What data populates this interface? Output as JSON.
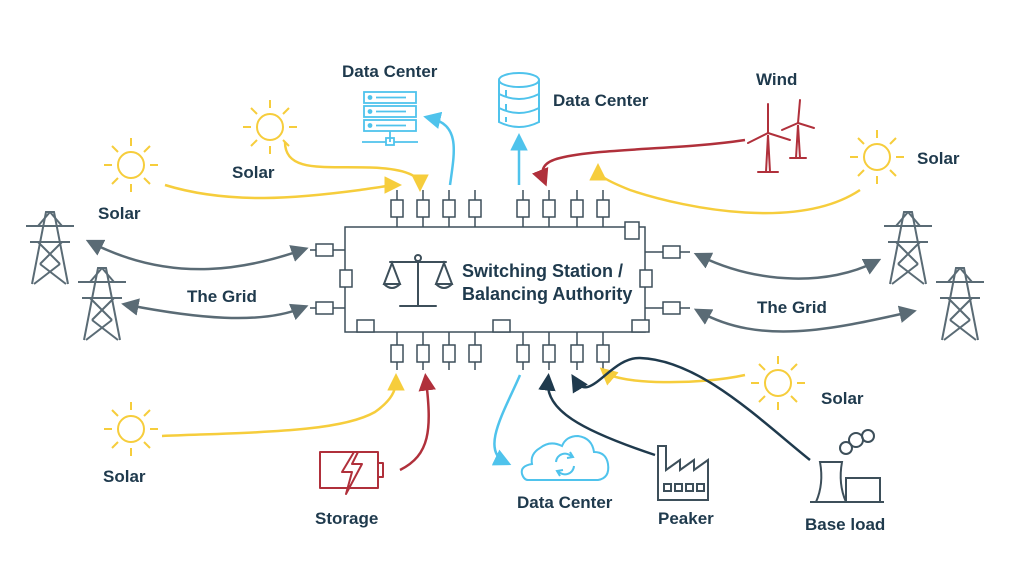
{
  "center": {
    "title_line1": "Switching Station /",
    "title_line2": "Balancing Authority",
    "icon": "balance-scale-icon"
  },
  "nodes": {
    "data_center_top_left": {
      "label": "Data Center",
      "icon": "server-rack-icon"
    },
    "data_center_top_mid": {
      "label": "Data Center",
      "icon": "database-icon"
    },
    "data_center_bottom": {
      "label": "Data Center",
      "icon": "cloud-sync-icon"
    },
    "wind": {
      "label": "Wind",
      "icon": "wind-turbine-icon"
    },
    "solar_top_right": {
      "label": "Solar",
      "icon": "sun-icon"
    },
    "solar_top_mid": {
      "label": "Solar",
      "icon": "sun-icon"
    },
    "solar_left": {
      "label": "Solar",
      "icon": "sun-icon"
    },
    "solar_bottom_left": {
      "label": "Solar",
      "icon": "sun-icon"
    },
    "solar_bottom_right": {
      "label": "Solar",
      "icon": "sun-icon"
    },
    "grid_left": {
      "label": "The Grid",
      "icon": "transmission-tower-icon"
    },
    "grid_right": {
      "label": "The Grid",
      "icon": "transmission-tower-icon"
    },
    "storage": {
      "label": "Storage",
      "icon": "battery-charging-icon"
    },
    "peaker": {
      "label": "Peaker",
      "icon": "factory-icon"
    },
    "base_load": {
      "label": "Base load",
      "icon": "power-plant-icon"
    }
  },
  "colors": {
    "solar": "#f6cd3c",
    "data_center": "#4fc3ec",
    "wind_storage": "#b0303b",
    "grid": "#5a6b75",
    "dark": "#1f3a4d",
    "outline": "#3d4f5a"
  }
}
